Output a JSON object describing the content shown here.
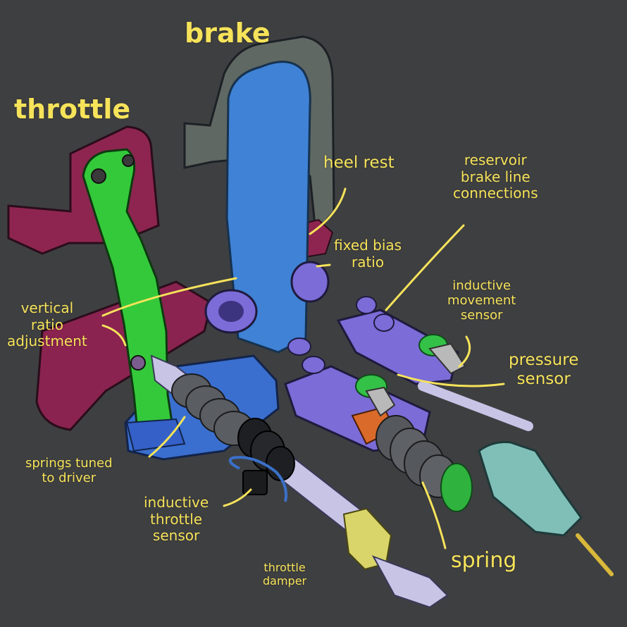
{
  "diagram": {
    "labels": {
      "brake": [
        "brake"
      ],
      "throttle": [
        "throttle"
      ],
      "heel_rest": [
        "heel rest"
      ],
      "reservoir": [
        "reservoir",
        "brake line",
        "connections"
      ],
      "fixed_bias": [
        "fixed bias",
        "ratio"
      ],
      "vertical_ratio": [
        "vertical",
        "ratio",
        "adjustment"
      ],
      "inductive_movement": [
        "inductive",
        "movement",
        "sensor"
      ],
      "pressure_sensor": [
        "pressure",
        "sensor"
      ],
      "springs_tuned": [
        "springs tuned",
        "to driver"
      ],
      "inductive_throttle": [
        "inductive",
        "throttle",
        "sensor"
      ],
      "throttle_damper": [
        "throttle",
        "damper"
      ],
      "spring": [
        "spring"
      ]
    },
    "colors": {
      "background": "#3e3f41",
      "label_text": "#f6e35a",
      "leader_line": "#f6e35a",
      "brake_pedal": "#3f82d6",
      "brake_backplate": "#5f6862",
      "throttle_pedal": "#8e2550",
      "throttle_arm": "#34c93a",
      "cylinder": "#7b6cd8",
      "spring_coil": "#5a5d62",
      "reservoir_cap": "#33c247",
      "shaft": "#c8c4e6",
      "bracket_teal": "#7fbfb8",
      "damper_bracket": "#d9d56a"
    }
  }
}
